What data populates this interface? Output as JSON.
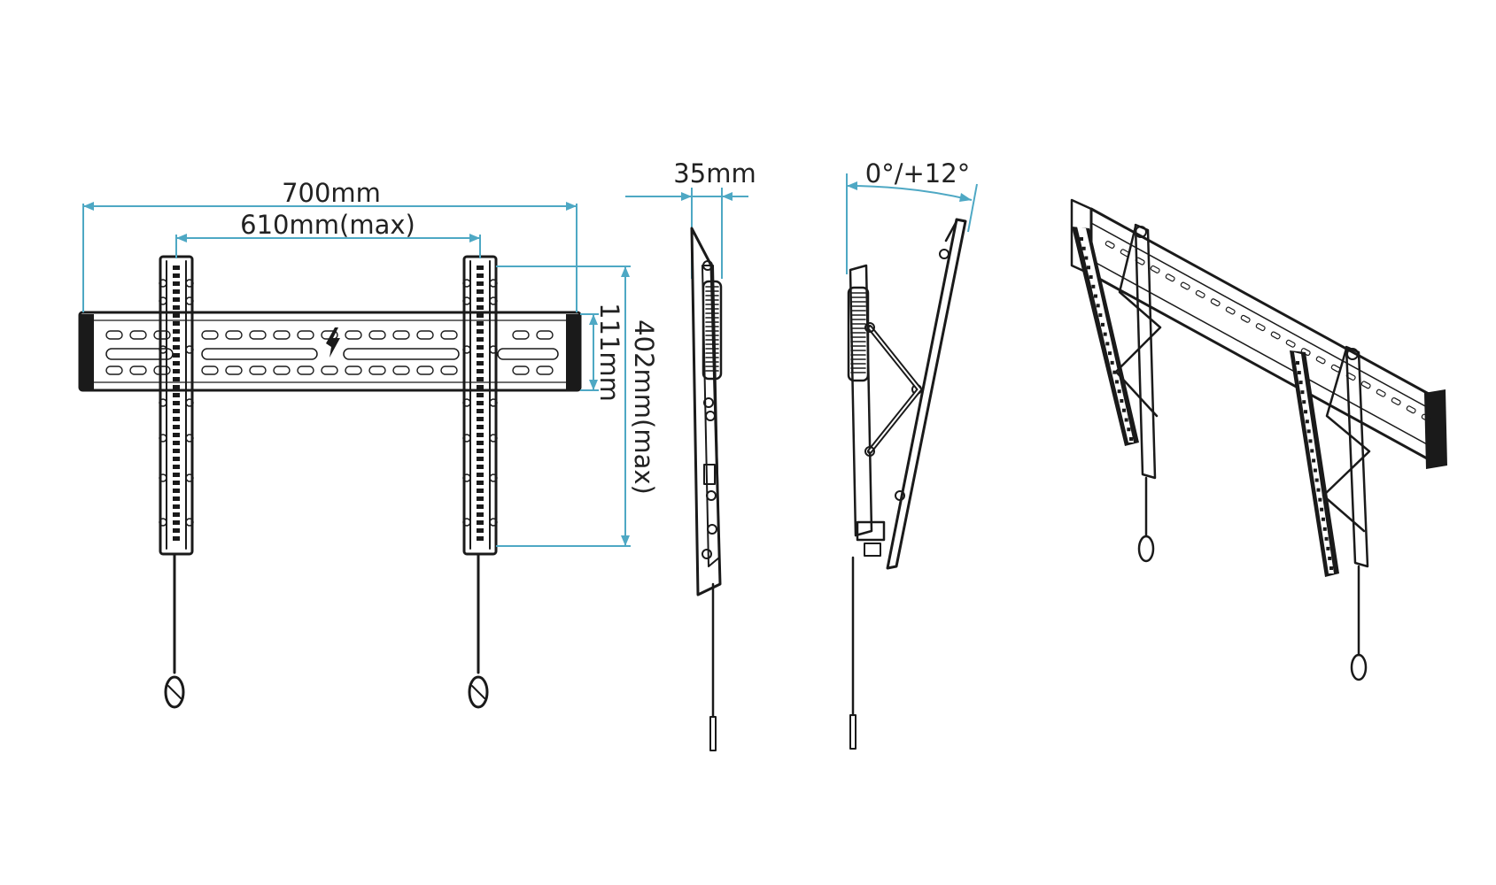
{
  "dimensions": {
    "overall_width": "700mm",
    "bracket_spacing": "610mm(max)",
    "rail_height": "111mm",
    "bracket_height": "402mm(max)",
    "wall_distance": "35mm",
    "tilt_range": "0°/+12°"
  },
  "colors": {
    "dimension_line": "#4ea8c4",
    "line_art": "#1a1a1a",
    "background": "#ffffff"
  },
  "views": [
    "front-view",
    "side-view-flat",
    "side-view-tilted",
    "perspective-view"
  ]
}
